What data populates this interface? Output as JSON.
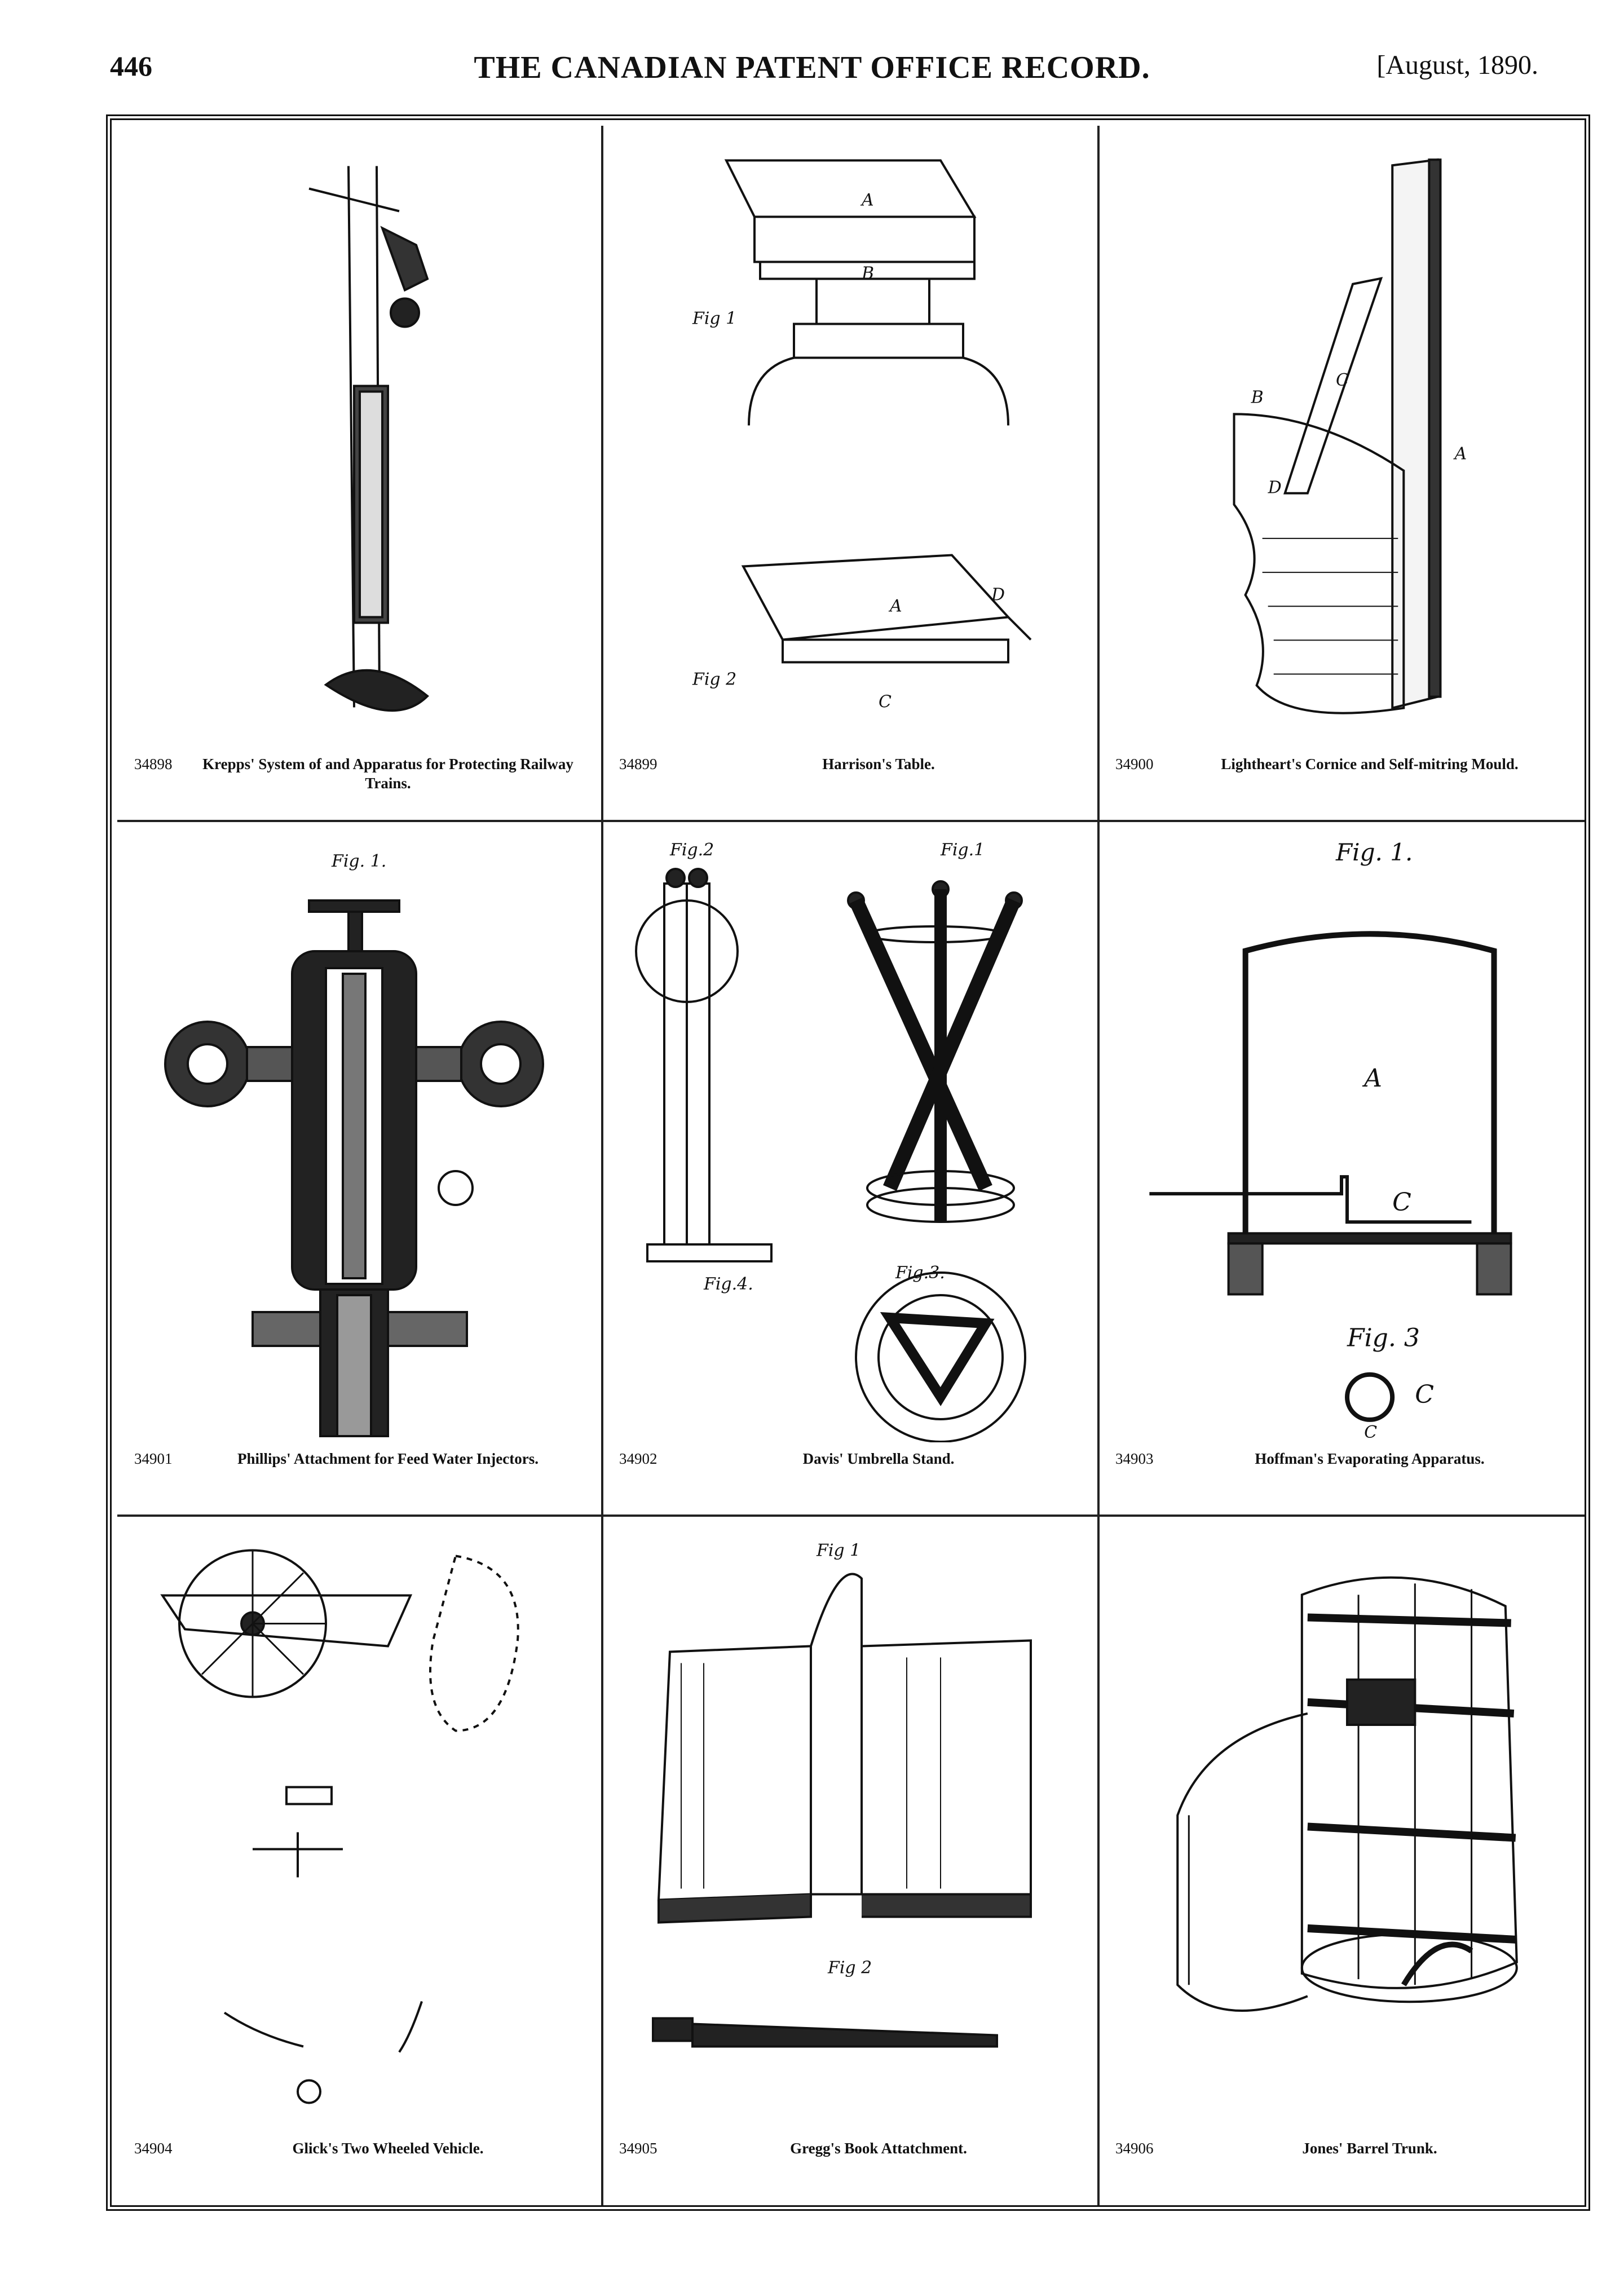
{
  "header": {
    "page_number": "446",
    "title": "THE CANADIAN PATENT OFFICE RECORD.",
    "date": "[August, 1890."
  },
  "patents": [
    {
      "number": "34898",
      "title": "Krepps' System of and Apparatus for Protecting Railway Trains.",
      "figure_labels": []
    },
    {
      "number": "34899",
      "title": "Harrison's Table.",
      "figure_labels": [
        "Fig 1",
        "Fig 2",
        "A",
        "B",
        "C",
        "D"
      ]
    },
    {
      "number": "34900",
      "title": "Lightheart's Cornice and Self-mitring Mould.",
      "figure_labels": [
        "A",
        "B",
        "C",
        "D"
      ]
    },
    {
      "number": "34901",
      "title": "Phillips' Attachment for Feed Water Injectors.",
      "figure_labels": [
        "Fig. 1."
      ]
    },
    {
      "number": "34902",
      "title": "Davis' Umbrella Stand.",
      "figure_labels": [
        "Fig.2",
        "Fig.1",
        "Fig.4.",
        "Fig.3."
      ]
    },
    {
      "number": "34903",
      "title": "Hoffman's Evaporating Apparatus.",
      "figure_labels": [
        "Fig. 1.",
        "A",
        "C",
        "Fig. 3",
        "C",
        "C"
      ]
    },
    {
      "number": "34904",
      "title": "Glick's Two Wheeled Vehicle.",
      "figure_labels": []
    },
    {
      "number": "34905",
      "title": "Gregg's Book Attatchment.",
      "figure_labels": [
        "Fig 1",
        "Fig 2"
      ]
    },
    {
      "number": "34906",
      "title": "Jones' Barrel Trunk.",
      "figure_labels": []
    }
  ]
}
